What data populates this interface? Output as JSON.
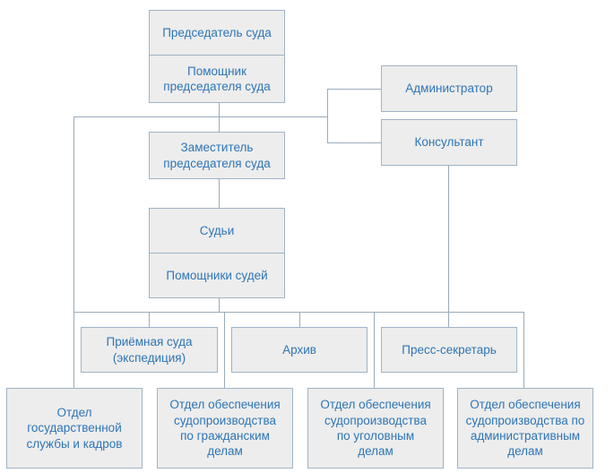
{
  "diagram": {
    "type": "org-chart",
    "nodes": [
      {
        "id": "chairman",
        "label": "Председатель суда"
      },
      {
        "id": "chairman-assistant",
        "label": "Помощник\nпредседателя суда"
      },
      {
        "id": "administrator",
        "label": "Администратор"
      },
      {
        "id": "consultant",
        "label": "Консультант"
      },
      {
        "id": "deputy-chairman",
        "label": "Заместитель\nпредседателя суда"
      },
      {
        "id": "judges",
        "label": "Судьи"
      },
      {
        "id": "judges-assistants",
        "label": "Помощники судей"
      },
      {
        "id": "reception",
        "label": "Приёмная суда\n(экспедиция)"
      },
      {
        "id": "archive",
        "label": "Архив"
      },
      {
        "id": "press-secretary",
        "label": "Пресс-секретарь"
      },
      {
        "id": "civil-service-dept",
        "label": "Отдел\nгосударственной\nслужбы и кадров"
      },
      {
        "id": "civil-cases-dept",
        "label": "Отдел обеспечения\nсудопроизводства\nпо гражданским\nделам"
      },
      {
        "id": "criminal-cases-dept",
        "label": "Отдел обеспечения\nсудопроизводства\nпо уголовным\nделам"
      },
      {
        "id": "admin-cases-dept",
        "label": "Отдел обеспечения\nсудопроизводства по\nадминистративным\nделам"
      }
    ],
    "edges": [
      [
        "chairman-block",
        "administrator"
      ],
      [
        "chairman-block",
        "consultant"
      ],
      [
        "chairman-block",
        "deputy-chairman"
      ],
      [
        "deputy-chairman",
        "judges-block"
      ],
      [
        "chairman-block",
        "lower-bus"
      ],
      [
        "judges-block",
        "lower-bus"
      ],
      [
        "consultant",
        "lower-bus"
      ],
      [
        "lower-bus",
        "reception"
      ],
      [
        "lower-bus",
        "archive"
      ],
      [
        "lower-bus",
        "press-secretary"
      ],
      [
        "lower-bus",
        "civil-service-dept"
      ],
      [
        "lower-bus",
        "civil-cases-dept"
      ],
      [
        "lower-bus",
        "criminal-cases-dept"
      ],
      [
        "lower-bus",
        "admin-cases-dept"
      ]
    ]
  },
  "colors": {
    "node_fill": "#ededed",
    "node_border": "#9fb3c4",
    "connector": "#9aabbb",
    "text": "#2e75b6",
    "background": "#ffffff"
  }
}
